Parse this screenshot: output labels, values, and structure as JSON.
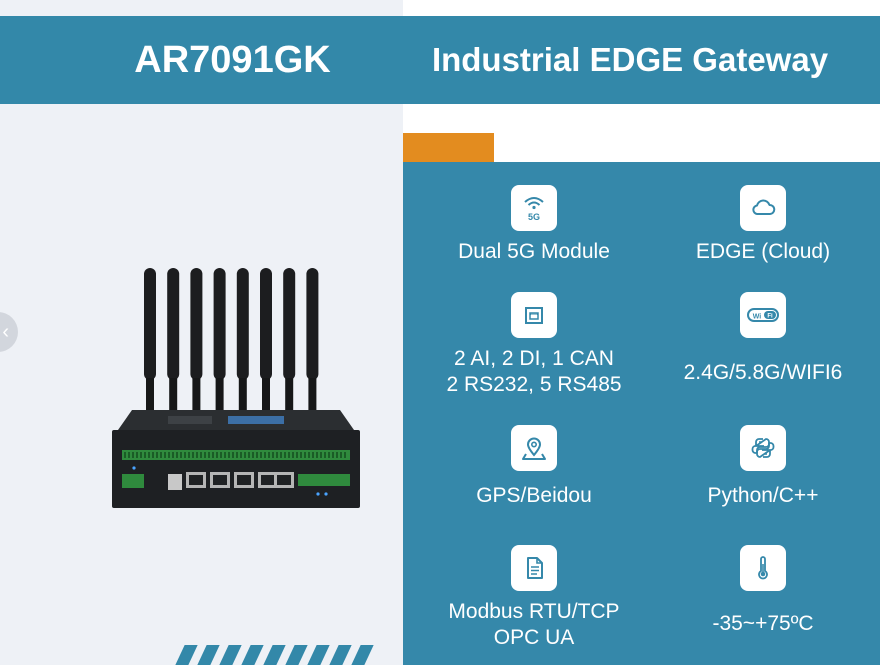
{
  "header": {
    "model": "AR7091GK",
    "tagline": "Industrial EDGE Gateway"
  },
  "colors": {
    "header_blue": "#3388a9",
    "panel_blue": "#3588aa",
    "accent_orange": "#e38c1f",
    "left_background": "#eef1f6"
  },
  "navigation": {
    "prev_arrow_icon": "chevron-left-icon",
    "prev_arrow_glyph": "‹"
  },
  "product_image": {
    "description": "router-with-eight-antennas",
    "antenna_count": 8,
    "lan_port_count": 5
  },
  "features": [
    {
      "icon": "5g-signal-icon",
      "badge_text": "5G",
      "lines": [
        "Dual 5G Module"
      ]
    },
    {
      "icon": "cloud-icon",
      "lines": [
        "EDGE (Cloud)"
      ]
    },
    {
      "icon": "io-port-icon",
      "lines": [
        "2 AI, 2 DI, 1 CAN",
        "2 RS232, 5 RS485"
      ]
    },
    {
      "icon": "wifi-icon",
      "badge_text": "WiFi",
      "lines": [
        "2.4G/5.8G/WIFI6"
      ]
    },
    {
      "icon": "location-pin-icon",
      "lines": [
        "GPS/Beidou"
      ]
    },
    {
      "icon": "python-icon",
      "lines": [
        "Python/C++"
      ]
    },
    {
      "icon": "document-icon",
      "lines": [
        "Modbus RTU/TCP",
        "OPC UA"
      ]
    },
    {
      "icon": "thermometer-icon",
      "lines": [
        "-35~+75ºC"
      ]
    }
  ]
}
